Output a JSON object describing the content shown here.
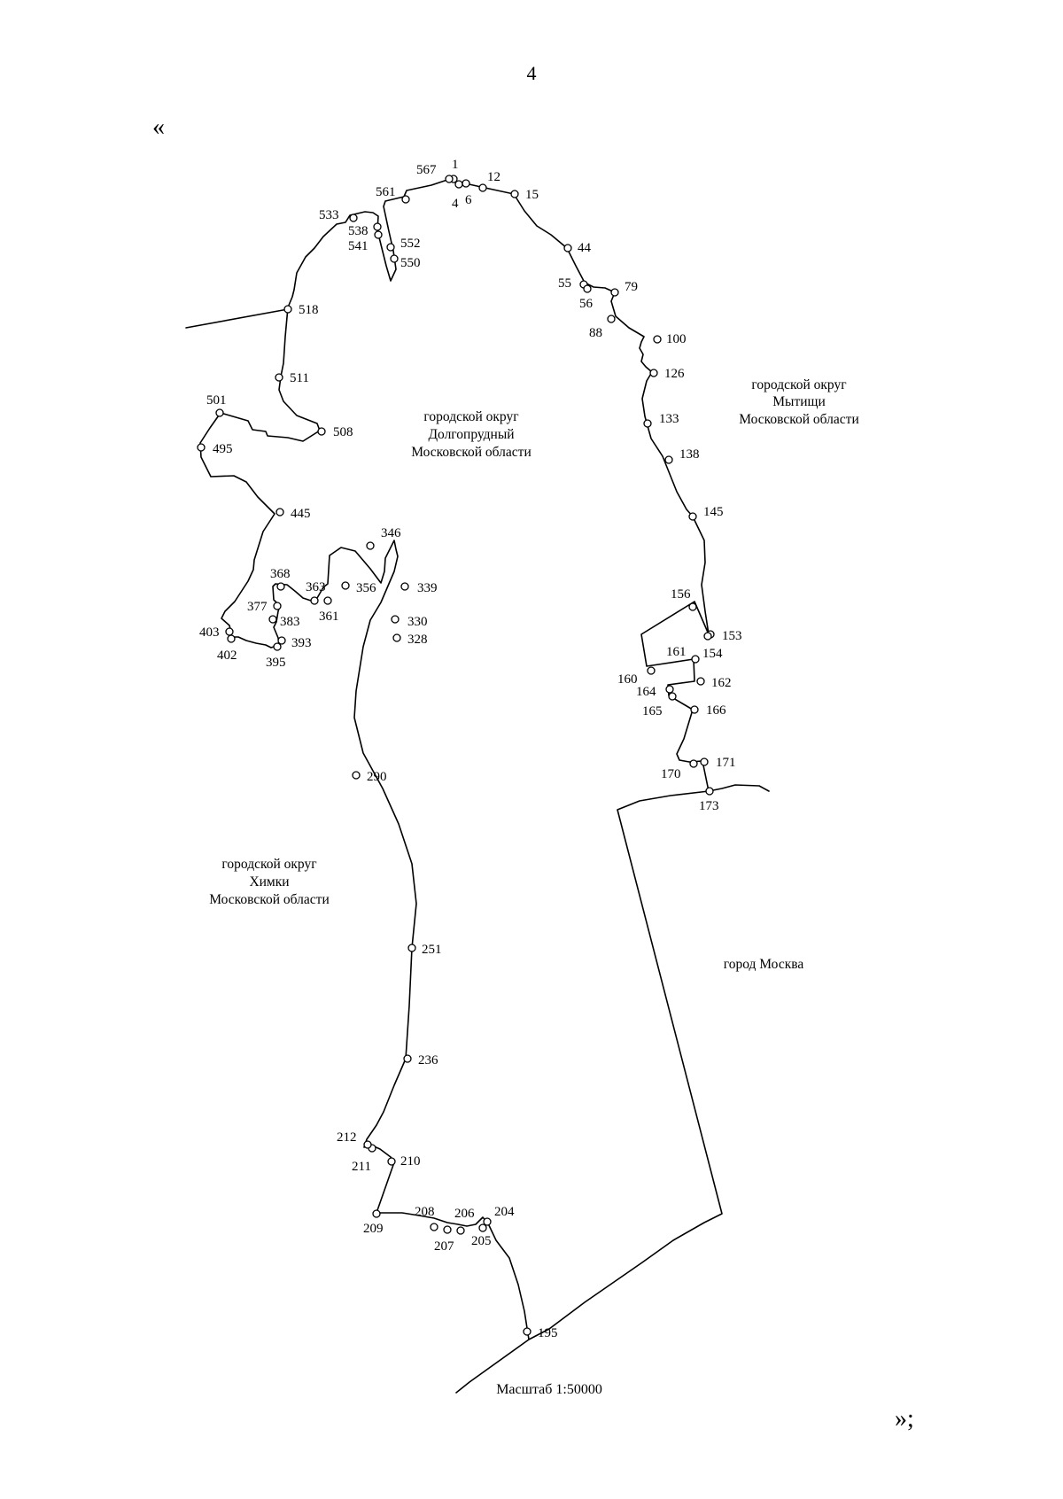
{
  "page": {
    "number": "4",
    "quote_open": "«",
    "quote_close": "»;",
    "scale": "Масштаб 1:50000"
  },
  "regions": {
    "dolgoprudny": [
      "городской округ",
      "Долгопрудный",
      "Московской области"
    ],
    "mytishchi": [
      "городской округ",
      "Мытищи",
      "Московской области"
    ],
    "khimki": [
      "городской округ",
      "Химки",
      "Московской области"
    ],
    "moscow": [
      "город Москва"
    ]
  },
  "points": [
    "1",
    "4",
    "6",
    "12",
    "15",
    "44",
    "55",
    "56",
    "79",
    "88",
    "100",
    "126",
    "133",
    "138",
    "145",
    "153",
    "154",
    "156",
    "160",
    "161",
    "162",
    "164",
    "165",
    "166",
    "170",
    "171",
    "173",
    "195",
    "204",
    "205",
    "206",
    "207",
    "208",
    "209",
    "210",
    "211",
    "212",
    "236",
    "251",
    "290",
    "328",
    "330",
    "339",
    "346",
    "356",
    "361",
    "363",
    "368",
    "377",
    "383",
    "393",
    "395",
    "402",
    "403",
    "445",
    "495",
    "501",
    "508",
    "511",
    "518",
    "533",
    "538",
    "541",
    "550",
    "552",
    "561",
    "567"
  ]
}
